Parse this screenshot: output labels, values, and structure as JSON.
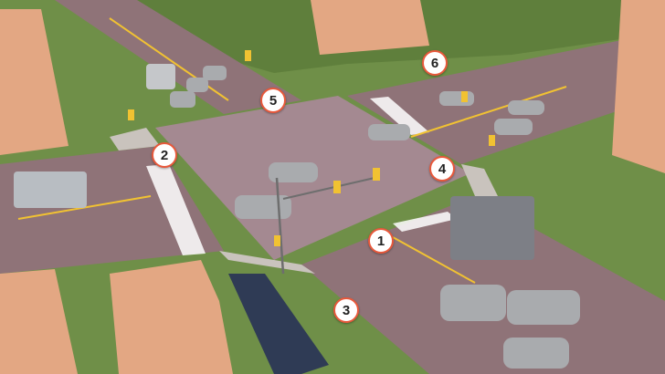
{
  "callouts": [
    {
      "id": "callout-1",
      "label": "1"
    },
    {
      "id": "callout-2",
      "label": "2"
    },
    {
      "id": "callout-3",
      "label": "3"
    },
    {
      "id": "callout-4",
      "label": "4"
    },
    {
      "id": "callout-5",
      "label": "5"
    },
    {
      "id": "callout-6",
      "label": "6"
    }
  ],
  "colors": {
    "road": "#8f7378",
    "intersection": "#a48991",
    "grass": "#6f8f48",
    "sidewalk": "#c9c3bd",
    "building": "#e3a783",
    "callout_border": "#e8583b"
  }
}
